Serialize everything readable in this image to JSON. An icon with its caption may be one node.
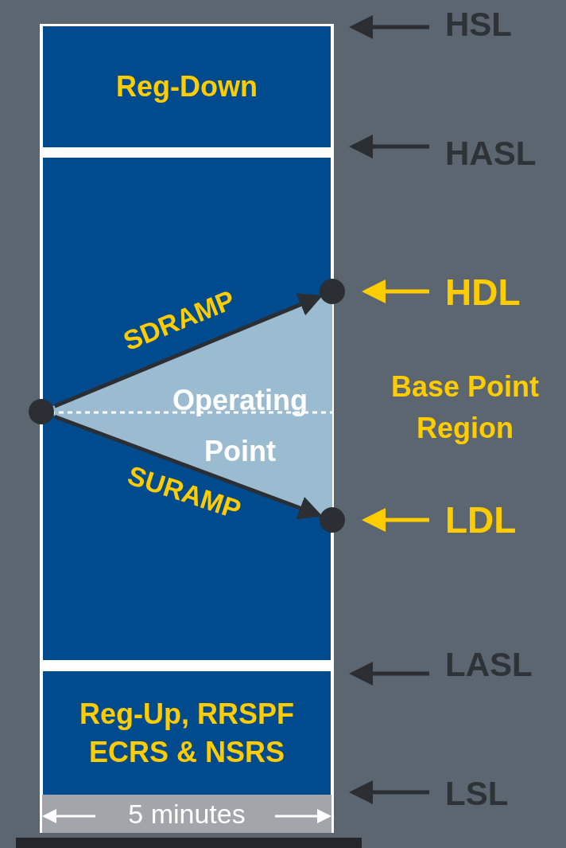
{
  "diagram": {
    "nodes": [
      {
        "text": [
          "Reg-Down"
        ]
      },
      {
        "text": [],
        "shape": "box"
      },
      {
        "text": [
          "Operating Point"
        ],
        "in": 1
      },
      {
        "text": [],
        "shape": "circle"
      },
      {
        "text": [],
        "shape": "circle"
      },
      {
        "text": [],
        "shape": "circle"
      },
      {
        "text": [
          "Reg-Up, RRSPF ECRS & NSRS"
        ]
      },
      {
        "text": [
          "HSL"
        ]
      },
      {
        "text": [
          "HASL"
        ]
      },
      {
        "text": [
          "HDL"
        ]
      },
      {
        "text": [
          "LDL"
        ]
      },
      {
        "text": [
          "LASL"
        ]
      },
      {
        "text": [
          "LSL"
        ]
      }
    ],
    "edges": [
      {
        "from": 3,
        "to": 4,
        "arrow": "to",
        "label": "SDRAMP"
      },
      {
        "from": 3,
        "to": 5,
        "arrow": "to",
        "label": "SURAMP"
      },
      {
        "from": 7,
        "to": 0,
        "arrow": "to"
      },
      {
        "from": 8,
        "to": 0,
        "arrow": "to"
      },
      {
        "from": 9,
        "to": 4,
        "arrow": "to",
        "color": "#ffcc00"
      },
      {
        "from": 10,
        "to": 5,
        "arrow": "to",
        "color": "#ffcc00"
      },
      {
        "from": 11,
        "to": 6,
        "arrow": "to"
      },
      {
        "from": 12,
        "to": 6,
        "arrow": "to"
      }
    ],
    "labels": [
      "Base Point Region",
      "5 minutes"
    ]
  }
}
